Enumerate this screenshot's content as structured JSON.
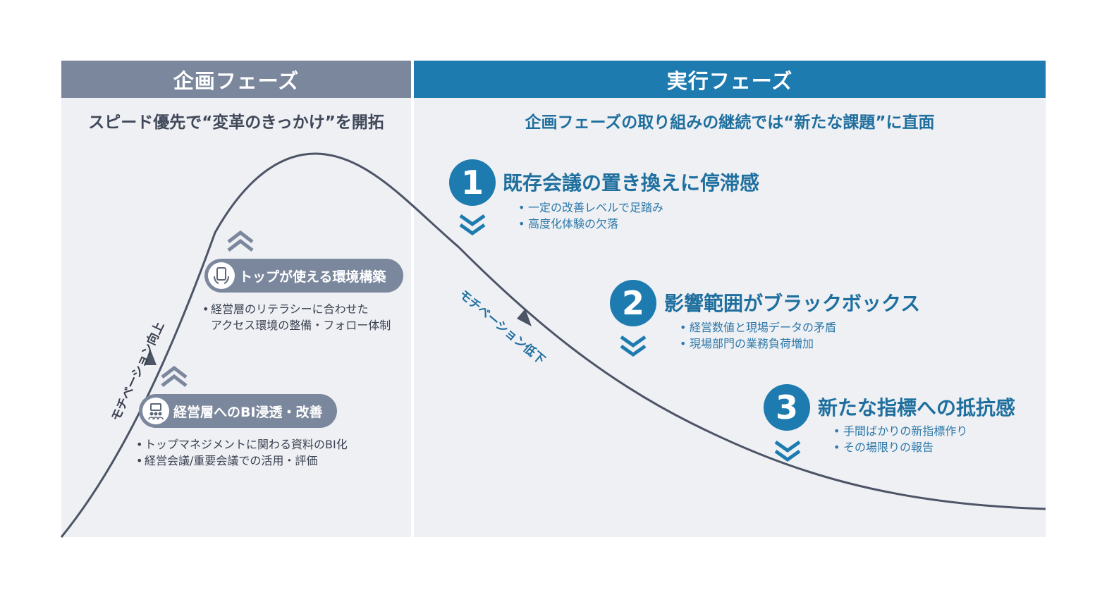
{
  "phases": {
    "planning": {
      "header": "企画フェーズ",
      "subtitle": "スピード優先で“変革のきっかけ”を開拓",
      "curve_label": "モチベーション向上",
      "steps": [
        {
          "icon": "meeting-people-icon",
          "label": "経営層へのBI浸透・改善",
          "bullets": [
            "トップマネジメントに関わる資料のBI化",
            "経営会議/重要会議での活用・評価"
          ]
        },
        {
          "icon": "tablet-hands-icon",
          "label": "トップが使える環境構築",
          "bullets": [
            "経営層のリテラシーに合わせた",
            "アクセス環境の整備・フォロー体制"
          ]
        }
      ]
    },
    "execution": {
      "header": "実行フェーズ",
      "subtitle": "企画フェーズの取り組みの継続では“新たな課題”に直面",
      "curve_label": "モチベーション低下",
      "issues": [
        {
          "number": "1",
          "title": "既存会議の置き換えに停滞感",
          "bullets": [
            "一定の改善レベルで足踏み",
            "高度化体験の欠落"
          ]
        },
        {
          "number": "2",
          "title": "影響範囲がブラックボックス",
          "bullets": [
            "経営数値と現場データの矛盾",
            "現場部門の業務負荷増加"
          ]
        },
        {
          "number": "3",
          "title": "新たな指標への抵抗感",
          "bullets": [
            "手間ばかりの新指標作り",
            "その場限りの報告"
          ]
        }
      ]
    }
  },
  "colors": {
    "planning_header": "#7b879c",
    "execution_header": "#1d7bb0",
    "panel_background": "#eef0f4",
    "curve": "#4c5466",
    "execution_text": "#1f6f9e"
  }
}
